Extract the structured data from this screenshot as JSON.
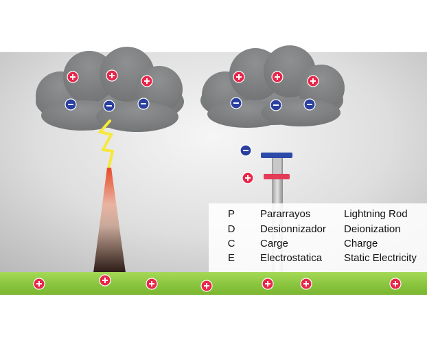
{
  "diagram": {
    "colors": {
      "positive": "#e8264a",
      "negative": "#2a3f9e",
      "cloud": "#7f8182",
      "ground": "#8cc641",
      "lightning": "#f6e93a",
      "rod_top": "#2c4aa8",
      "rod_ring": "#e43b56"
    },
    "icons": {
      "positive_charge": "plus-circle",
      "negative_charge": "minus-circle",
      "lightning_bolt": "zigzag-bolt"
    }
  },
  "legend": {
    "rows": [
      {
        "letter": "P",
        "spanish": "Pararrayos",
        "english": "Lightning Rod"
      },
      {
        "letter": "D",
        "spanish": "Desionnizador",
        "english": "Deionization"
      },
      {
        "letter": "C",
        "spanish": "Carge",
        "english": "Charge"
      },
      {
        "letter": "E",
        "spanish": "Electrostatica",
        "english": "Static Electricity"
      }
    ]
  }
}
